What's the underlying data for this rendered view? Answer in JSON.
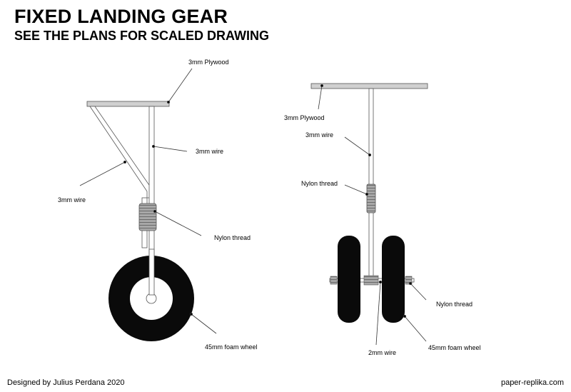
{
  "header": {
    "title": "FIXED LANDING GEAR",
    "subtitle": "SEE THE PLANS FOR SCALED DRAWING"
  },
  "side_view": {
    "plywood_label": "3mm Plywood",
    "wire_label_main": "3mm wire",
    "wire_label_brace": "3mm wire",
    "thread_label": "Nylon thread",
    "wheel_label": "45mm foam wheel"
  },
  "front_view": {
    "plywood_label": "3mm Plywood",
    "wire_label": "3mm wire",
    "thread_label_strut": "Nylon thread",
    "thread_label_axle": "Nylon thread",
    "axle_wire_label": "2mm wire",
    "wheel_label": "45mm foam wheel"
  },
  "footer": {
    "credit": "Designed by Julius Perdana 2020",
    "site": "paper-replika.com"
  },
  "colors": {
    "plywood": "#cfcfcf",
    "wheel": "#0a0a0a",
    "thread": "#9a9a9a",
    "wire": "#ffffff"
  }
}
